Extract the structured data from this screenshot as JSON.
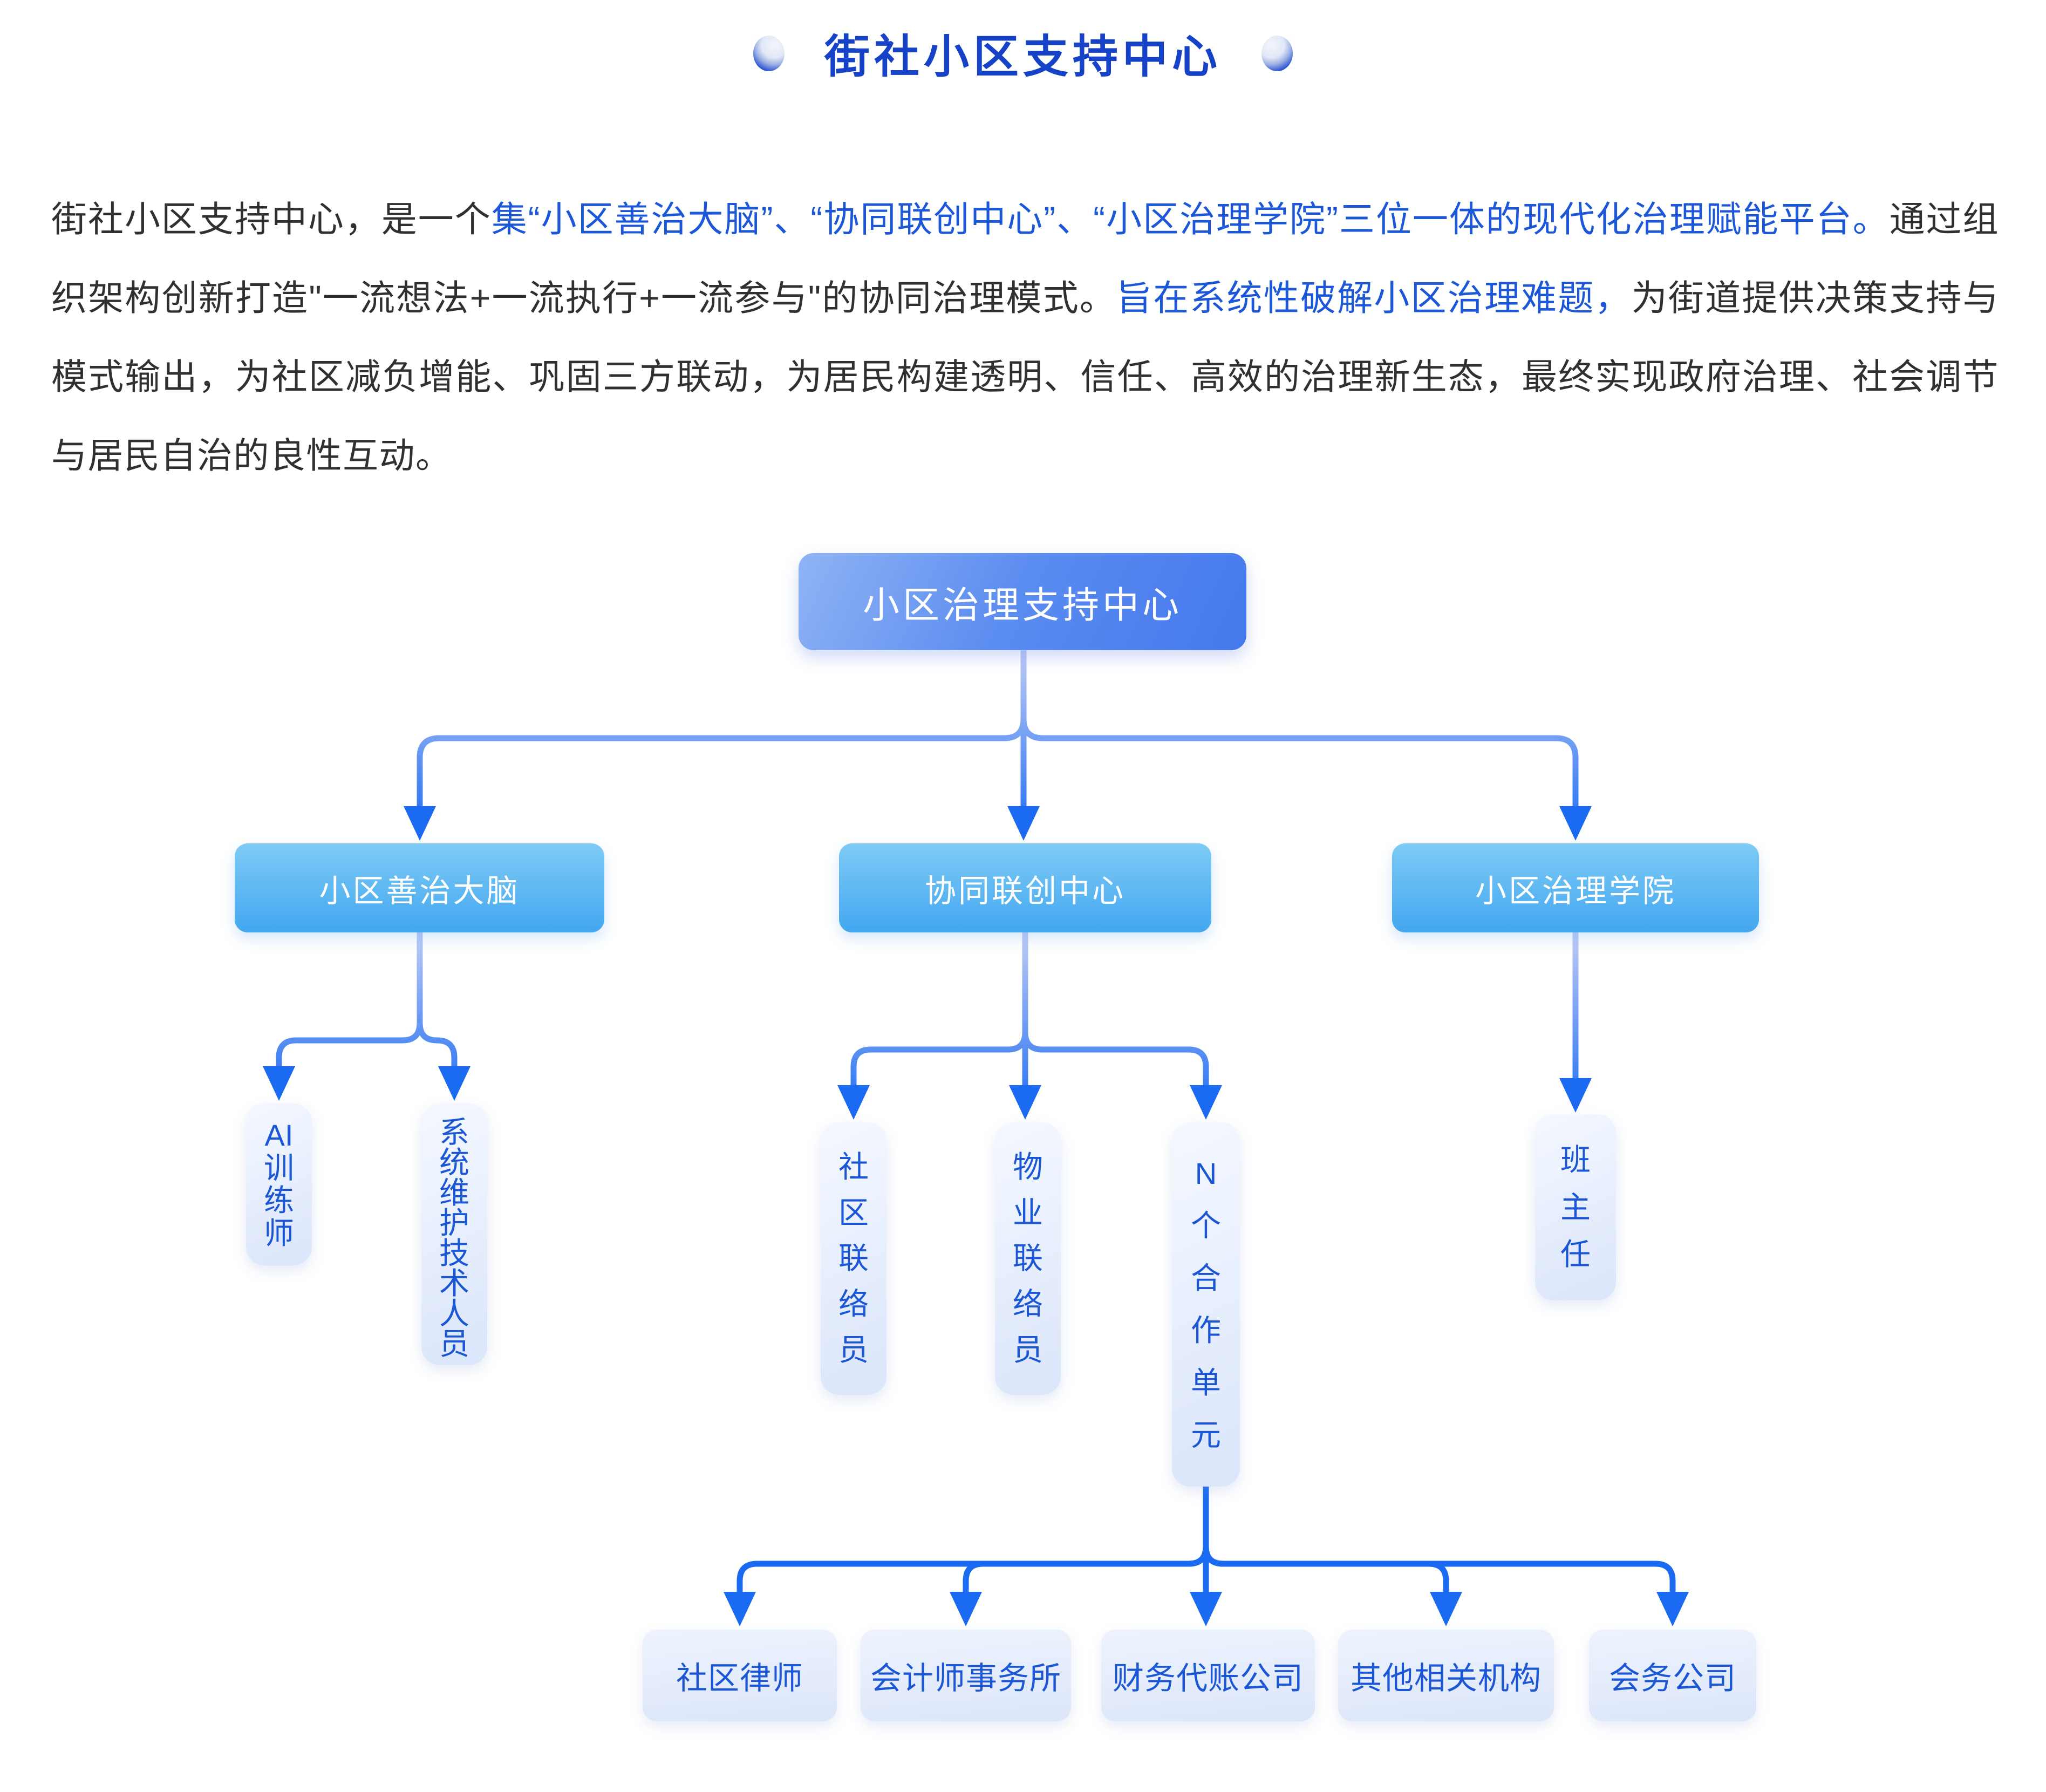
{
  "title": {
    "text": "街社小区支持中心"
  },
  "intro": {
    "segments": [
      {
        "text": "街社小区支持中心，是一个",
        "tone": "dark"
      },
      {
        "text": "集“小区善治大脑”、“协同联创中心”、“小区治理学院”三位一体的现代化治理赋能平台。",
        "tone": "blue"
      },
      {
        "text": "通过组织架构创新打造\"一流想法+一流执行+一流参与\"的协同治理模式。",
        "tone": "dark"
      },
      {
        "text": "旨在系统性破解小区治理难题，",
        "tone": "blue"
      },
      {
        "text": "为街道提供决策支持与模式输出，为社区减负增能、巩固三方联动，为居民构建透明、信任、高效的治理新生态，最终实现政府治理、社会调节与居民自治的良性互动。",
        "tone": "dark"
      }
    ]
  },
  "chart": {
    "root": {
      "label": "小区治理支持中心"
    },
    "level2": [
      {
        "label": "小区善治大脑"
      },
      {
        "label": "协同联创中心"
      },
      {
        "label": "小区治理学院"
      }
    ],
    "level3": {
      "brain": [
        {
          "label": "AI训练师",
          "chars": [
            "AI",
            "训",
            "练",
            "师"
          ]
        },
        {
          "label": "系统维护技术人员",
          "chars": [
            "系",
            "统",
            "维",
            "护",
            "技",
            "术",
            "人",
            "员"
          ]
        }
      ],
      "center": [
        {
          "label": "社区联络员",
          "chars": [
            "社",
            "区",
            "联",
            "络",
            "员"
          ]
        },
        {
          "label": "物业联络员",
          "chars": [
            "物",
            "业",
            "联",
            "络",
            "员"
          ]
        },
        {
          "label": "N个合作单元",
          "chars": [
            "N",
            "个",
            "合",
            "作",
            "单",
            "元"
          ]
        }
      ],
      "academy": [
        {
          "label": "班主任",
          "chars": [
            "班",
            "主",
            "任"
          ]
        }
      ]
    },
    "level4": [
      {
        "label": "社区律师"
      },
      {
        "label": "会计师事务所"
      },
      {
        "label": "财务代账公司"
      },
      {
        "label": "其他相关机构"
      },
      {
        "label": "会务公司"
      }
    ]
  },
  "colors": {
    "title_blue": "#1642c8",
    "text_dark": "#303030",
    "text_blue": "#1b57d8",
    "node_blue": "#1a56d5",
    "line_blue": "#1b6bf2",
    "line_light": "#c0ccf5"
  }
}
